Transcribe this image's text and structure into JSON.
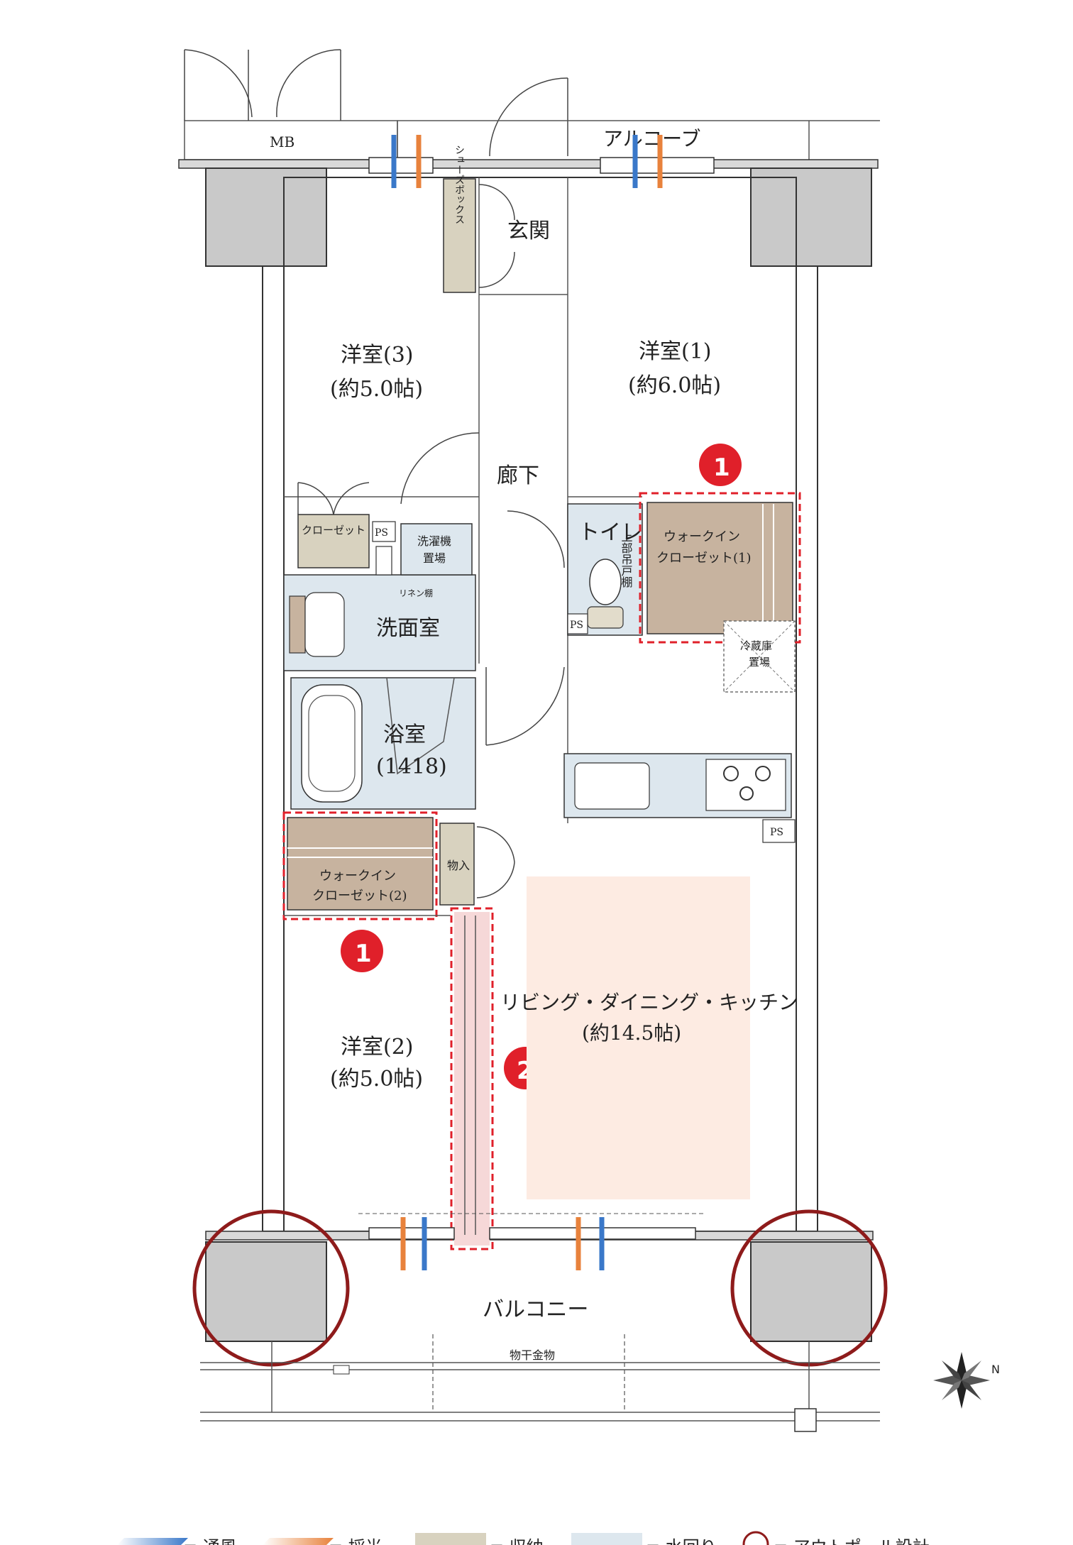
{
  "colors": {
    "ventilation": "#3a78c9",
    "daylight": "#e8823c",
    "storage": "#d8d2bf",
    "wet": "#dde7ee",
    "closet_walkin": "#c7b39f",
    "ldk_fill": "#fdebe2",
    "red_marker": "#e0202a",
    "outpole_ring": "#8e1b1b",
    "column": "#c9c9c9"
  },
  "labels": {
    "mb": "MB",
    "alcove": "アルコーブ",
    "entrance": "玄関",
    "shoebox": "シューズボックス",
    "room3_name": "洋室(3)",
    "room3_size": "(約5.0帖)",
    "room1_name": "洋室(1)",
    "room1_size": "(約6.0帖)",
    "corridor": "廊下",
    "closet": "クローゼット",
    "ps": "PS",
    "washer_1": "洗濯機",
    "washer_2": "置場",
    "linen": "リネン棚",
    "washroom": "洗面室",
    "toilet": "トイレ",
    "upper_shelf": "上部吊戸棚",
    "wic1_1": "ウォークイン",
    "wic1_2": "クローゼット(1)",
    "fridge_1": "冷蔵庫",
    "fridge_2": "置場",
    "bath_name": "浴室",
    "bath_size": "(1418)",
    "storage_in": "物入",
    "wic2_1": "ウォークイン",
    "wic2_2": "クローゼット(2)",
    "ldk_name": "リビング・ダイニング・キッチン",
    "ldk_size": "(約14.5帖)",
    "room2_name": "洋室(2)",
    "room2_size": "(約5.0帖)",
    "balcony": "バルコニー",
    "drying_rack": "物干金物",
    "compass_n": "N",
    "marker_1": "1",
    "marker_2": "2"
  },
  "legend": [
    {
      "key": "ventilation",
      "label": "= 通風"
    },
    {
      "key": "daylight",
      "label": "= 採光"
    },
    {
      "key": "storage",
      "label": "= 収納"
    },
    {
      "key": "wet",
      "label": "= 水回り"
    },
    {
      "key": "outpole",
      "label": "= アウトポール設計"
    }
  ]
}
